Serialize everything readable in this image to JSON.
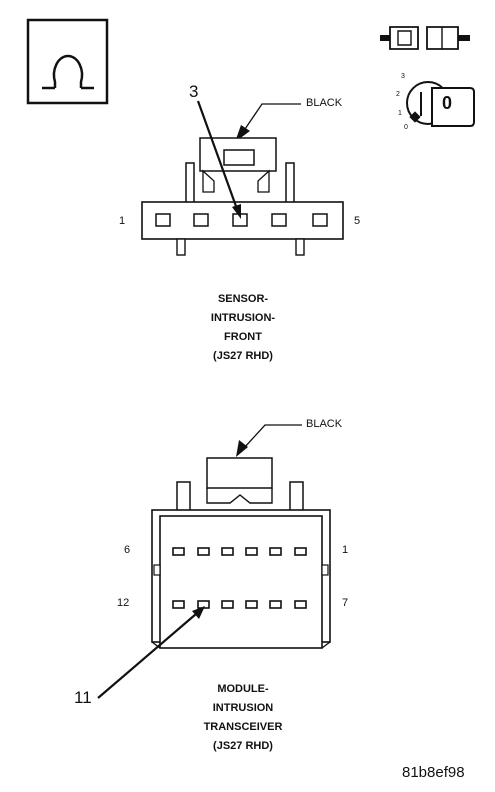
{
  "connector_a": {
    "color_label": "BLACK",
    "pin_left": "1",
    "pin_right": "5",
    "callout": "3",
    "caption": [
      "SENSOR-",
      "INTRUSION-",
      "FRONT",
      "(JS27 RHD)"
    ]
  },
  "connector_b": {
    "color_label": "BLACK",
    "pin_top_left": "6",
    "pin_top_right": "1",
    "pin_bottom_left": "12",
    "pin_bottom_right": "7",
    "callout": "11",
    "caption": [
      "MODULE-",
      "INTRUSION",
      "TRANSCEIVER",
      "(JS27 RHD)"
    ]
  },
  "key_position_labels": [
    "3",
    "2",
    "1",
    "0"
  ],
  "key_state": "0",
  "figure_id": "81b8ef98"
}
